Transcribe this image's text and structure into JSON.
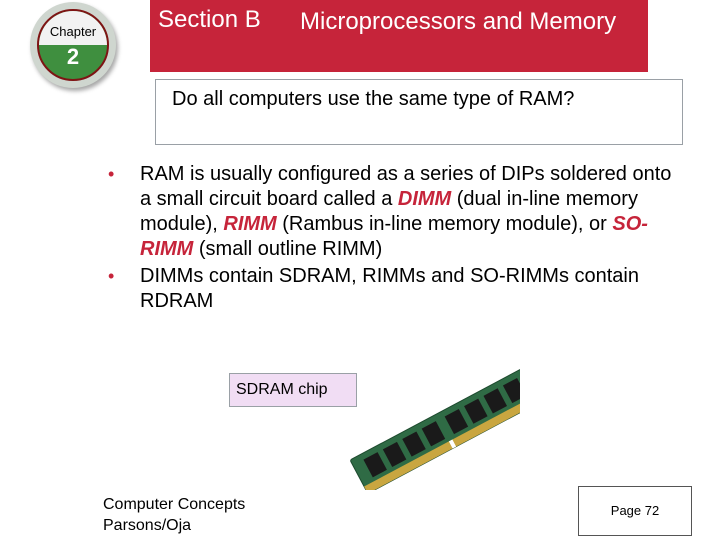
{
  "badge": {
    "chapter_word": "Chapter",
    "chapter_number": "2"
  },
  "header": {
    "section_label": "Section B",
    "title": "Microprocessors and Memory"
  },
  "question": "Do all computers use the same type of RAM?",
  "bullets": [
    {
      "segments": [
        "RAM is usually configured as a series of DIPs soldered onto a small circuit board called a ",
        "DIMM",
        " (dual in-line memory module), ",
        "RIMM",
        " (Rambus in-line memory module), or ",
        "SO-RIMM",
        " (small outline RIMM)"
      ]
    },
    {
      "segments": [
        "DIMMs contain SDRAM, RIMMs and SO-RIMMs contain RDRAM"
      ]
    }
  ],
  "figure": {
    "label": "SDRAM chip"
  },
  "footer": {
    "line1": "Computer Concepts",
    "line2": "Parsons/Oja",
    "page": "Page 72"
  },
  "colors": {
    "accent": "#c6243a",
    "badge_green": "#3f8f3f"
  }
}
